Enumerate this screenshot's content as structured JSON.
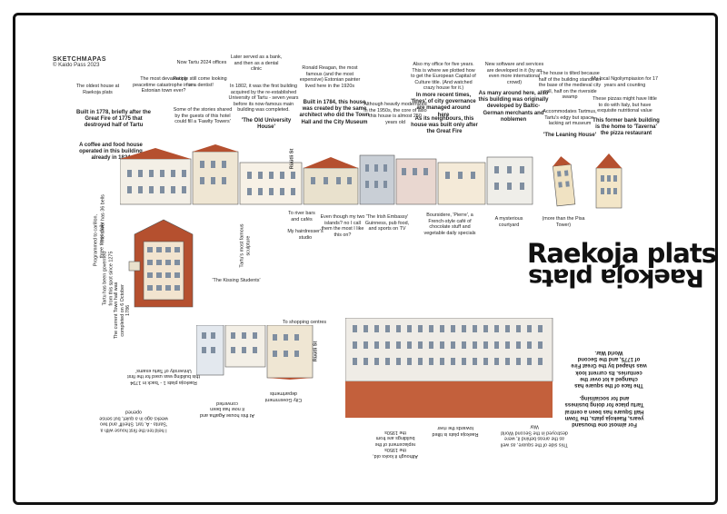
{
  "logo": {
    "brand": "SKETCHMAPAS",
    "credit": "© Kaido Pass 2023"
  },
  "title": {
    "main": "Raekoja plats",
    "mirror": "Raekoja plats"
  },
  "streets": {
    "ruutli": "Rüütli St",
    "raatuse": "Rüütli St",
    "to_shopping": "To shopping centres",
    "to_river": "To river bars and cafés"
  },
  "notes_top": [
    "The oldest house at Raekoja plats",
    "The most devastating peacetime catastrophe in an Estonian town ever?",
    "Built in 1778, briefly after the Great Fire of 1775 that destroyed half of Tartu",
    "A coffee and food house operated in this building already in 1824",
    "Now Tartu 2024 offices",
    "People still come looking for a dentist!",
    "Later served as a bank, and then as a dental clinic",
    "In 1802, it was the first building acquired by the re-established University of Tartu - seven years before its now-famous main building was completed.",
    "Some of the stories shared by the guests of this hotel could fill a 'Fawlty Towers'",
    "'The Old University House'",
    "Ronald Reagan, the most famous (and the most expensive) Estonian painter lived here in the 1920s",
    "Built in 1784, this house was created by the same architect who did the Town Hall and the City Museum",
    "Although heavily modernized in the 1950s, the core of also this house is almost 250 years old",
    "Also my office for five years. This is where we plotted how to get the European Capital of Culture title. (And watched crazy house for it.)",
    "In more recent times, 'fines' of city governance are managed around here",
    "As its neighbours, this house was built only after the Great Fire",
    "New software and services are developed in it (by an even more international crowd)",
    "As many around here, also this building was originally developed by Baltic-German merchants and noblemen",
    "The house is tilted because half of the building stands on the base of the medieval city wall, half on the riverside swamp",
    "Accommodates Tartmus, Tartu's edgy but space-lacking art museum",
    "'The Leaning House'",
    "My local Ngoliympiasion for 17 years and counting",
    "These pizzas might have little to do with Italy, but have exquisite nutritional value",
    "This former bank building is the home to 'Taverna' the pizza restaurant"
  ],
  "notes_mid": [
    "My hairdresser's studio",
    "Even though my two islands? no I call them the most I like this on?",
    "'The Irish Embassy' Guinness, pub food, and sports on TV",
    "Boursidere, 'Pierre', a French-style café of chocolate stuff and vegetable daily specials",
    "A mysterious courtyard",
    "(more than the Pisa Tower)",
    "'The Kissing Students'",
    "The tower has 36 bells",
    "Programmed to carillon, three times daily",
    "Tartu has been governed from this spot since 1275",
    "The current Town hall was completed on 6 October 1786",
    "Tartu's most famous sculpture"
  ],
  "notes_bottom": [
    "For almost one thousand years, Raekoja plats, the Town Hall Square has been a central Tartu place for doing business and for socialising.",
    "The face of the square has changed a lot over the centuries. Its current look was shaped by the Great Fire of 1775, and the Second World War.",
    "This side of the square, as well as the areas behind it, were destroyed in the Second World War",
    "Raekoja plats is tilted towards the river",
    "Although it looks old, the 1950s replacement of the buildings are from the 1950s",
    "City Government departments",
    "Raekoja plats 1 - 'back in 1794 this building was used for the first University of Tartu exams'",
    "At this house Agatha and it now has been converted",
    "I held ten the first house with a 'Santa - A, tart. Sheriff' and two weeks ago in a quiet, but sense opened"
  ],
  "icons": [
    "town-hall-icon",
    "leaning-house-icon",
    "tower-icon"
  ]
}
